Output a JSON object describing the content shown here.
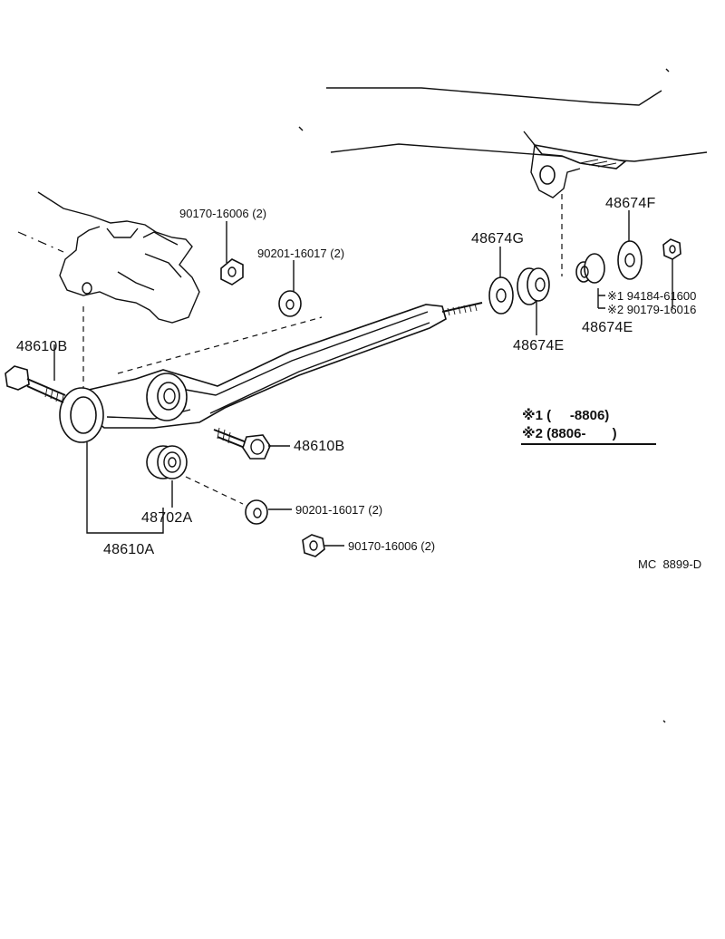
{
  "diagram": {
    "labels": {
      "nut_upper": "90170-16006 (2)",
      "washer_upper": "90201-16017 (2)",
      "bushing_g": "48674G",
      "retainer_f": "48674F",
      "bushing_e_upper": "48674E",
      "bushing_e_lower": "48674E",
      "bolt_left": "48610B",
      "bolt_lower": "48610B",
      "bushing_a": "48702A",
      "arm": "48610A",
      "washer_lower": "90201-16017 (2)",
      "nut_lower": "90170-16006 (2)",
      "alt1": "※1 94184-61600",
      "alt2": "※2 90179-16016"
    },
    "legend": {
      "row1": "※1 (     -8806)",
      "row2": "※2 (8806-       )"
    },
    "code": "MC  8899-D"
  }
}
